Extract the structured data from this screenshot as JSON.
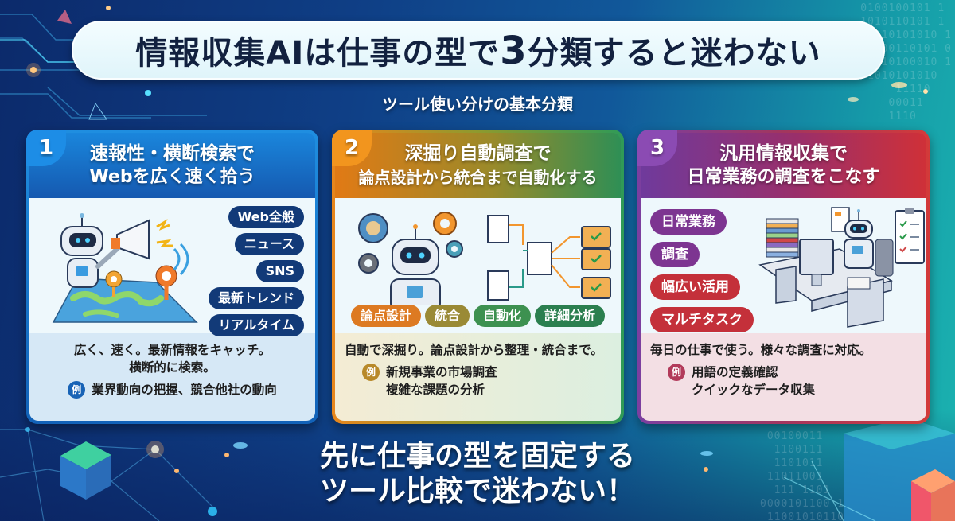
{
  "title": {
    "pre": "情報収集AIは仕事の型で",
    "number": "3",
    "post": "分類すると迷わない"
  },
  "subtitle": "ツール使い分けの基本分類",
  "cards": [
    {
      "number": "1",
      "heading_line1": "速報性・横断検索で",
      "heading_line2": "Webを広く速く拾う",
      "tags": [
        "Web全般",
        "ニュース",
        "SNS",
        "最新トレンド",
        "リアルタイム"
      ],
      "illustration": "robot-megaphone-world-map",
      "description_line1": "広く、速く。最新情報をキャッチ。",
      "description_line2": "横断的に検索。",
      "example_badge": "例",
      "examples": [
        "業界動向の把握、競合他社の動向"
      ],
      "accent_color": "#1a86dc"
    },
    {
      "number": "2",
      "heading_line1": "深掘り自動調査で",
      "heading_line2": "論点設計から統合まで自動化する",
      "tags": [
        "論点設計",
        "統合",
        "自動化",
        "詳細分析"
      ],
      "illustration": "robot-gears-document-flow-folders",
      "description_line1": "自動で深掘り。論点設計から整理・統合まで。",
      "description_line2": "",
      "example_badge": "例",
      "examples": [
        "新規事業の市場調査",
        "複雑な課題の分析"
      ],
      "accent_color": "#e8861c"
    },
    {
      "number": "3",
      "heading_line1": "汎用情報収集で",
      "heading_line2": "日常業務の調査をこなす",
      "tags": [
        "日常業務",
        "調査",
        "幅広い活用",
        "マルチタスク"
      ],
      "illustration": "robot-at-desk-documents-checklist",
      "description_line1": "毎日の仕事で使う。様々な調査に対応。",
      "description_line2": "",
      "example_badge": "例",
      "examples": [
        "用語の定義確認",
        "クイックなデータ収集"
      ],
      "accent_color": "#7b3fa0"
    }
  ],
  "bottom_message": {
    "line1": "先に仕事の型を固定する",
    "line2": "ツール比較で迷わない！"
  },
  "decor": {
    "binary_right": "0100100101 1\n1010110101 1\n 0010101010 1\n 1100110101 0\n  110100010 1\n 1010101010\n     11110\n    00011\n    1110",
    "binary_bottom": " 00100011\n  1100111\n  1101011\n 11011001\n  111 1101\n0000101100 1\n 11001010110\n011100100 1"
  }
}
